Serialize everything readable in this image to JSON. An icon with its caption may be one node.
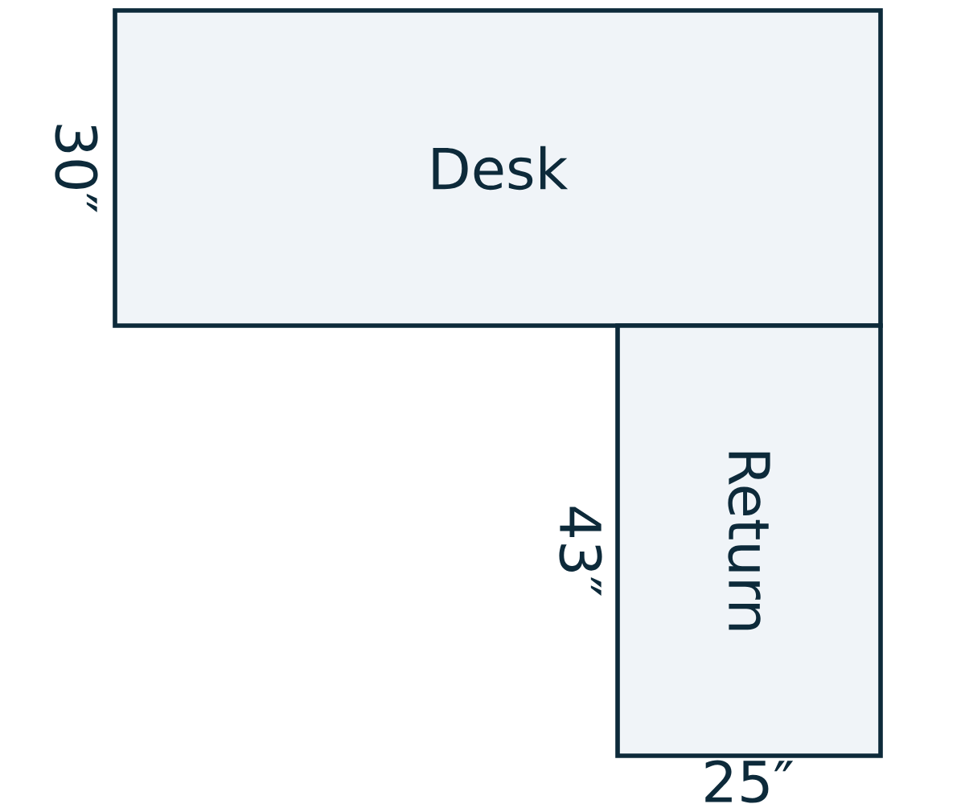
{
  "diagram": {
    "nodes": [
      {
        "text": [
          "Desk"
        ]
      },
      {
        "text": [
          "Return"
        ]
      }
    ],
    "edges": [],
    "labels": [
      "30″",
      "43″",
      "25″"
    ]
  }
}
